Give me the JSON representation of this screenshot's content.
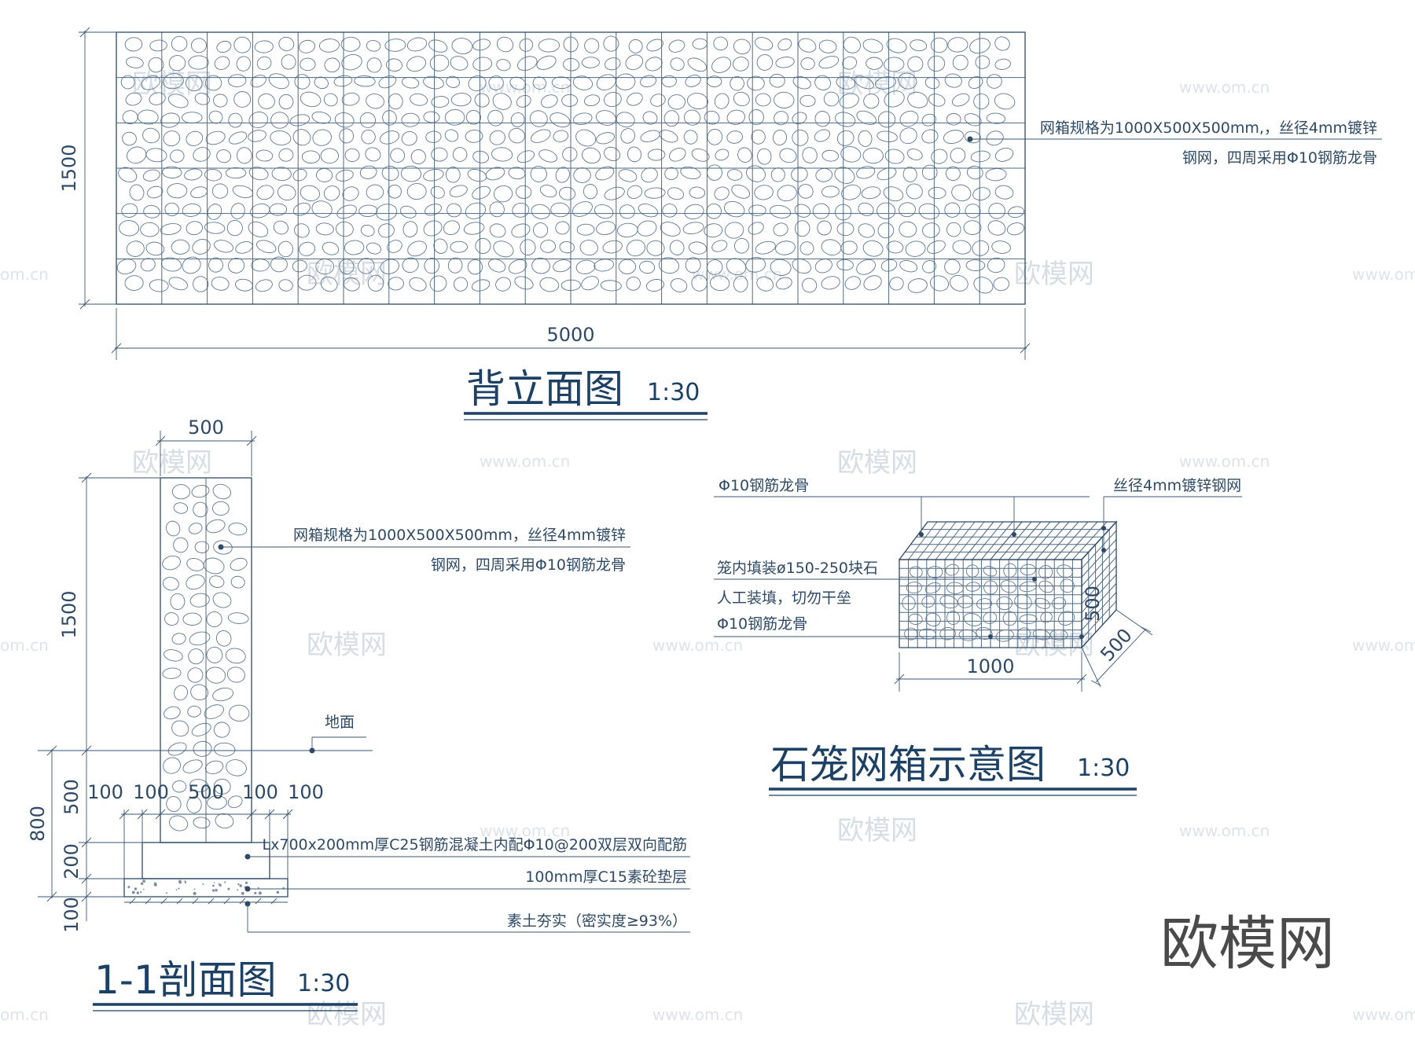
{
  "elevation": {
    "title": "背立面图",
    "scale": "1:30",
    "dim_width": "5000",
    "dim_height": "1500",
    "note_line1": "网箱规格为1000X500X500mm,，丝径4mm镀锌",
    "note_line2": "钢网，四周采用Φ10钢筋龙骨"
  },
  "section": {
    "title": "1-1剖面图",
    "scale": "1:30",
    "dim_top": "500",
    "dim_height": "1500",
    "dim_total": "800",
    "dim_500": "500",
    "dim_200": "200",
    "dim_100": "100",
    "base_dims": [
      "100",
      "100",
      "500",
      "100",
      "100"
    ],
    "ground_label": "地面",
    "note_line1": "网箱规格为1000X500X500mm，丝径4mm镀锌",
    "note_line2": "钢网，四周采用Φ10钢筋龙骨",
    "note_footing": "Lx700x200mm厚C25钢筋混凝土内配Φ10@200双层双向配筋",
    "note_cushion": "100mm厚C15素砼垫层",
    "note_soil": "素土夯实（密实度≥93%）"
  },
  "gabion": {
    "title": "石笼网箱示意图",
    "scale": "1:30",
    "label_rebar_top": "Φ10钢筋龙骨",
    "label_mesh": "丝径4mm镀锌钢网",
    "label_fill": "笼内填装ø150-250块石",
    "label_manual": "人工装填，切勿干垒",
    "label_rebar": "Φ10钢筋龙骨",
    "dim_length": "1000",
    "dim_height": "500",
    "dim_depth": "500"
  },
  "watermark": {
    "brand": "欧模网",
    "url": "www.om.cn",
    "url_short": "om.cn"
  }
}
